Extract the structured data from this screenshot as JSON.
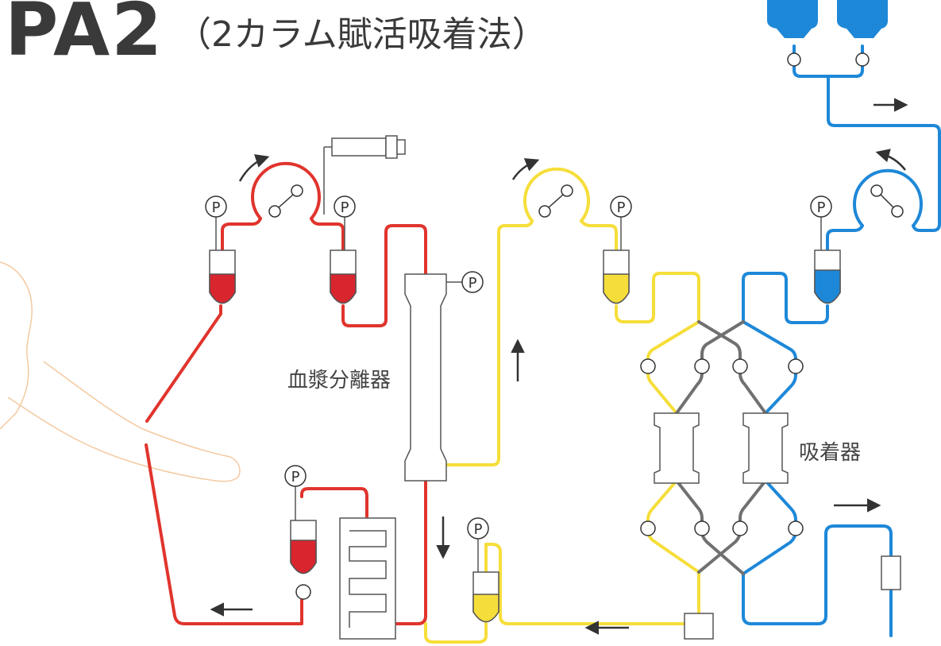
{
  "title": {
    "main": "PA2",
    "sub": "（2カラム賦活吸着法）"
  },
  "labels": {
    "plasma_separator": "血漿分離器",
    "adsorber": "吸着器",
    "pressure_symbol": "P"
  },
  "colors": {
    "blood_line": "#e0342d",
    "plasma_line": "#f6de3a",
    "regen_line": "#1e88d8",
    "switch_line": "#707070",
    "body_outline": "#f4c9a0",
    "blood_fill": "#d9252e",
    "plasma_fill": "#f6de3a",
    "regen_fill": "#1e88d8"
  }
}
